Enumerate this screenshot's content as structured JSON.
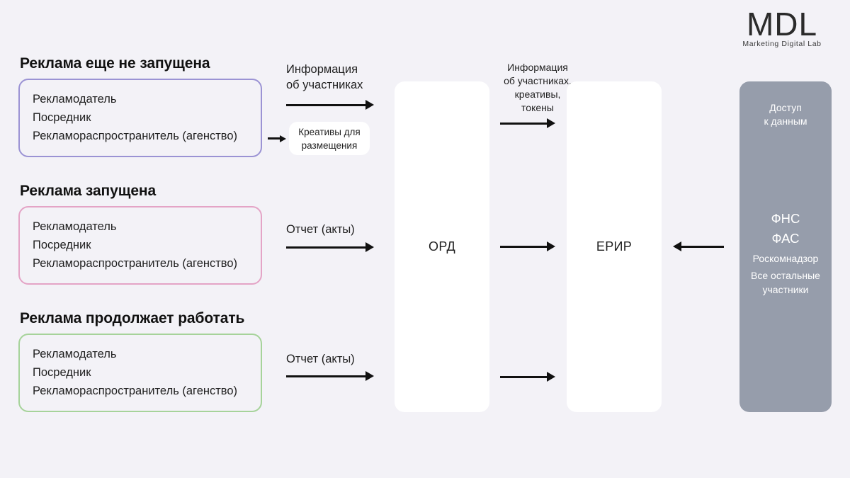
{
  "logo": {
    "mark": "MDL",
    "tagline": "Marketing Digital Lab"
  },
  "stages": [
    {
      "title": "Реклама еще не запущена",
      "accent": "#9b93d4",
      "parties": [
        "Рекламодатель",
        "Посредник",
        "Рекламораспространитель (агенство)"
      ]
    },
    {
      "title": "Реклама запущена",
      "accent": "#e4a4c6",
      "parties": [
        "Рекламодатель",
        "Посредник",
        "Рекламораспространитель (агенство)"
      ]
    },
    {
      "title": "Реклама продолжает работать",
      "accent": "#a6d39a",
      "parties": [
        "Рекламодатель",
        "Посредник",
        "Рекламораспространитель (агенство)"
      ]
    }
  ],
  "flows": {
    "participants_info": "Информация\nоб участниках",
    "creatives_pill": "Креативы для\nразмещения",
    "report_acts_launched": "Отчет (акты)",
    "report_acts_running": "Отчет (акты)",
    "to_erir_info": "Информация\nоб участниках,\nкреативы,\nтокены"
  },
  "systems": [
    {
      "label": "ОРД"
    },
    {
      "label": "ЕРИР"
    }
  ],
  "authority": {
    "access_title": "Доступ\nк данным",
    "entries_large": [
      "ФНС",
      "ФАС"
    ],
    "entries_small": [
      "Роскомнадзор",
      "Все остальные\nучастники"
    ],
    "color": "#969dab"
  },
  "theme": {
    "background": "#f3f2f7",
    "card": "#ffffff",
    "ink": "#1f1f1f"
  }
}
